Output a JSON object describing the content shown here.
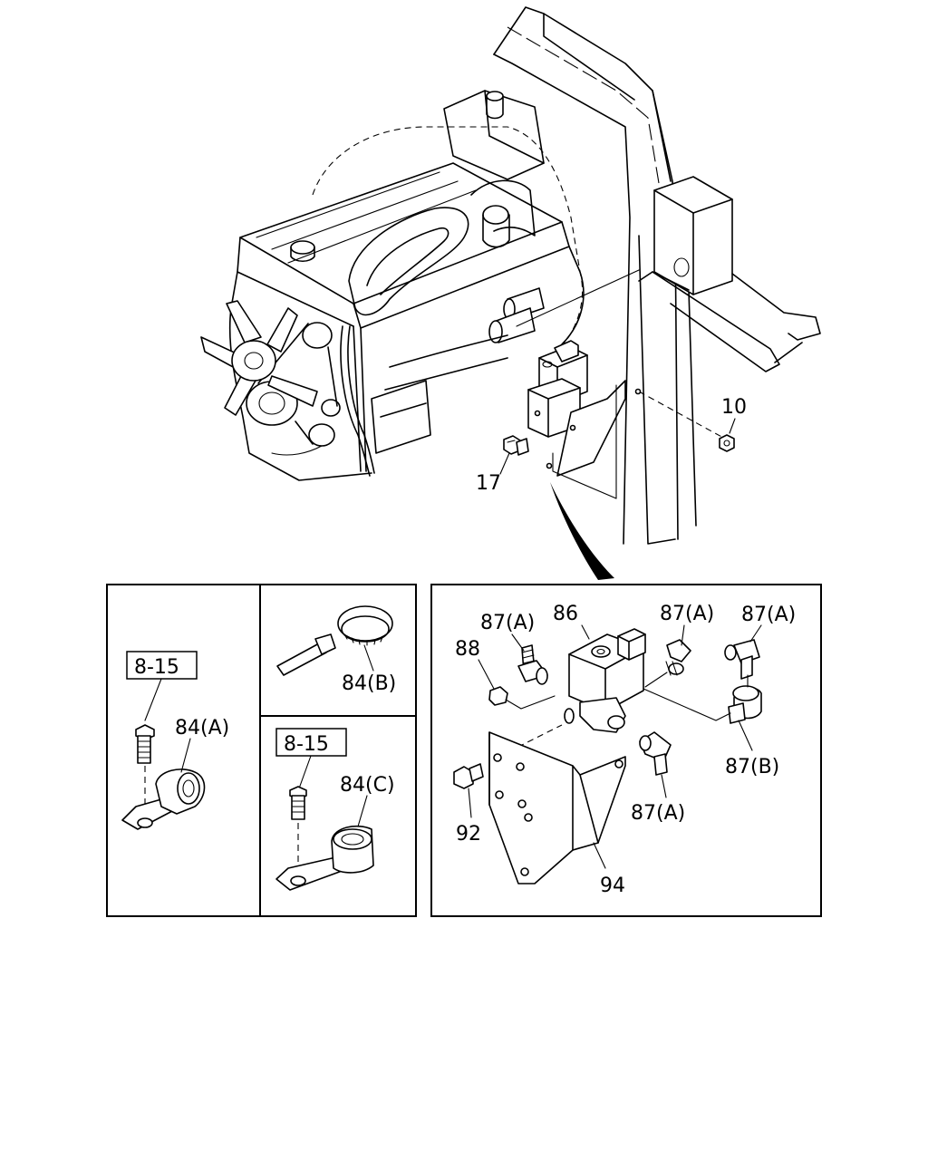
{
  "labels": {
    "p10": "10",
    "p17": "17",
    "p86": "86",
    "p87a_1": "87(A)",
    "p87a_2": "87(A)",
    "p87a_3": "87(A)",
    "p87a_4": "87(A)",
    "p87b": "87(B)",
    "p88": "88",
    "p92": "92",
    "p94": "94",
    "p84a": "84(A)",
    "p84b": "84(B)",
    "p84c": "84(C)",
    "ref_a": "8-15",
    "ref_c": "8-15"
  }
}
